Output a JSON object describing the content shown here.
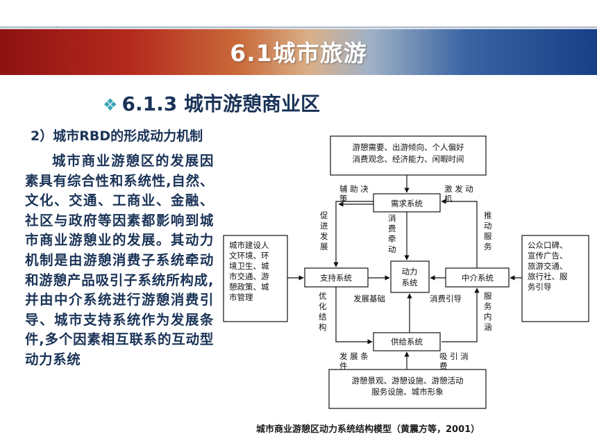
{
  "header": {
    "dot": ".",
    "title": "6.1城市旅游"
  },
  "section": {
    "bullet": "❖",
    "title": "6.1.3 城市游憩商业区"
  },
  "subheading": "2）城市RBD的形成动力机制",
  "body_paragraph": "城市商业游憩区的发展因素具有综合性和系统性,自然、文化、交通、工商业、金融、社区与政府等因素都影响到城市商业游憩业的发展。其动力机制是由游憩消费子系统牵动和游憩产品吸引子系统所构成,并由中介系统进行游憩消费引导、城市支持系统作为发展条件,多个因素相互联系的互动型动力系统",
  "diagram": {
    "top_box": {
      "line1": "游憩需要、出游倾向、个人偏好",
      "line2": "消费观念、经济能力、闲暇时间"
    },
    "demand": "需求系统",
    "core": {
      "line1": "动力",
      "line2": "系统"
    },
    "support": "支持系统",
    "intermediary": "中介系统",
    "supply": "供给系统",
    "left_box": [
      "城市建设人",
      "文环境、环",
      "境卫生、城",
      "市交通、游",
      "憩政策、城",
      "市管理"
    ],
    "right_box": [
      "公众口碑、",
      "宣传广告、",
      "旅游交通、",
      "旅行社、服",
      "务引导"
    ],
    "bottom_box": {
      "line1": "游憩景观、游憩设施、游憩活动",
      "line2": "服务设施、城市形象"
    },
    "labels": {
      "aux_decision": "辅 助 决",
      "aux_decision_2": "策",
      "stimulate": "激 发 动",
      "stimulate_2": "机",
      "promote_dev": [
        "促",
        "进",
        "发",
        "展"
      ],
      "drive_service": [
        "推",
        "动",
        "服",
        "务"
      ],
      "consume_pull": [
        "消",
        "费",
        "牵",
        "动"
      ],
      "optimize": [
        "优",
        "化",
        "结",
        "构"
      ],
      "dev_base": "发展基础",
      "consume_guide": "消费引导",
      "service_content": [
        "服",
        "务",
        "内",
        "涵"
      ],
      "dev_cond": "发 展 条",
      "dev_cond_2": "件",
      "attract": "吸 引 消",
      "attract_2": "费"
    }
  },
  "caption": "城市商业游憩区动力系统结构模型（黄震方等，2001）"
}
